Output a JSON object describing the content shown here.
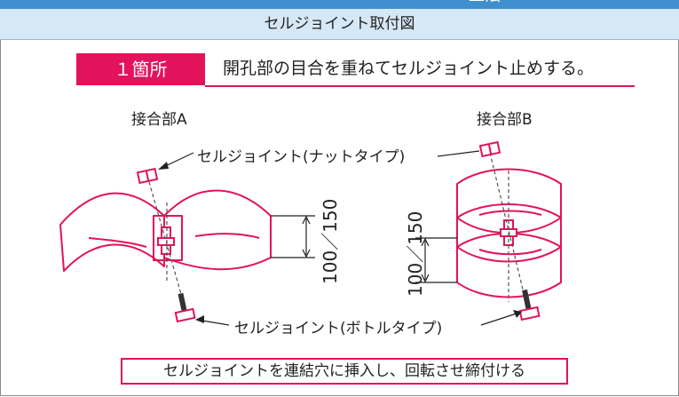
{
  "header": {
    "title": "セルジョイント取付図",
    "partial_glyph": "工法"
  },
  "badge": {
    "label": "１箇所"
  },
  "instruction": {
    "text": "開孔部の目合を重ねてセルジョイント止めする。"
  },
  "joints": {
    "a_label": "接合部A",
    "b_label": "接合部B"
  },
  "callouts": {
    "nut_type": "セルジョイント(ナットタイプ)",
    "bottle_type": "セルジョイント(ボトルタイプ)"
  },
  "dimensions": {
    "a": "100／150",
    "b": "100／150"
  },
  "footer": {
    "text": "セルジョイントを連結穴に挿入し、回転させ締付ける"
  },
  "colors": {
    "accent": "#e2135b",
    "header_bg": "#d6e8f5",
    "topbar": "#3f8fcf"
  }
}
